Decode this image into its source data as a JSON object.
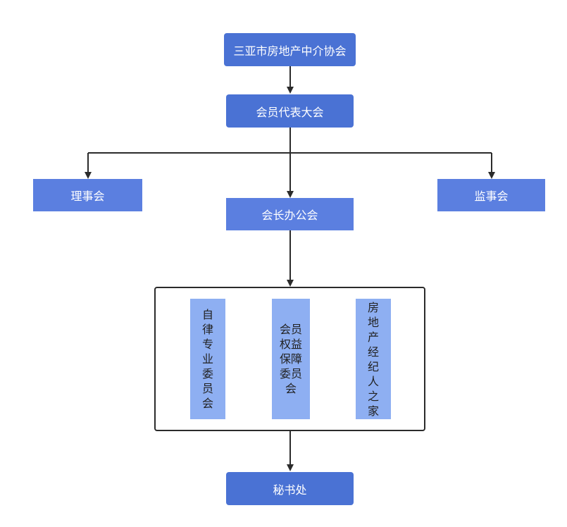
{
  "nodes": {
    "top": "三亚市房地产中介协会",
    "assembly": "会员代表大会",
    "council": "理事会",
    "supervisors": "监事会",
    "presidents_office": "会长办公会",
    "committee_self_discipline": "自律专业委员会",
    "committee_rights": "会员权益保障委员会",
    "committee_home": "房地产经纪人之家",
    "secretariat": "秘书处"
  },
  "colors": {
    "primary": "#4a72d4",
    "secondary": "#5b7fe0",
    "light": "#8eaff2",
    "line": "#2b2b2b"
  }
}
